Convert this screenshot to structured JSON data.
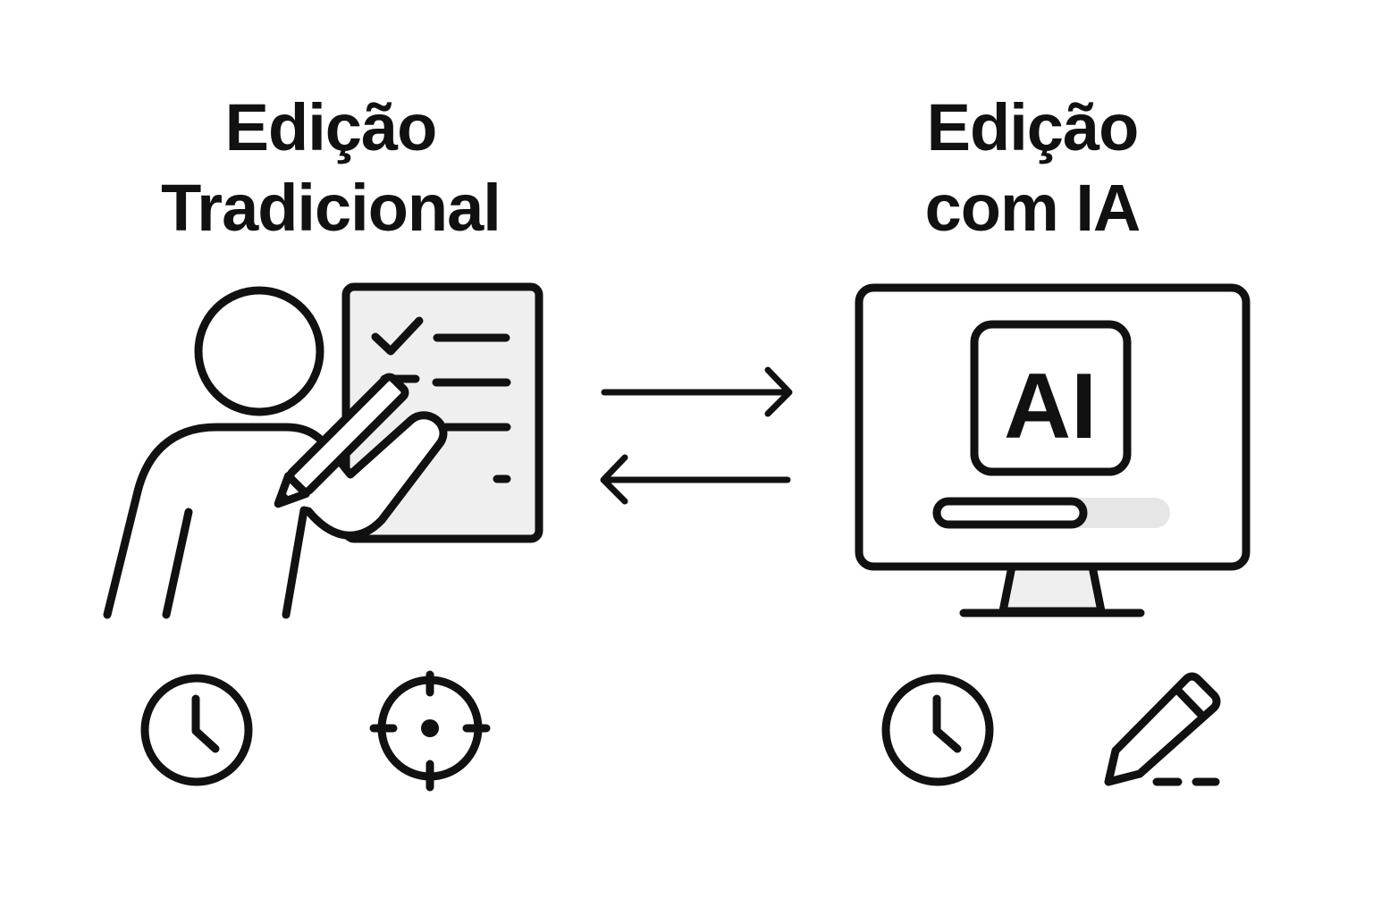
{
  "left_panel": {
    "title_line1": "Edição",
    "title_line2": "Tradicional",
    "illustration_icon": "person-editing-document-icon",
    "bottom_icons": [
      "clock-icon",
      "target-icon"
    ]
  },
  "right_panel": {
    "title_line1": "Edição",
    "title_line2": "com IA",
    "illustration_icon": "monitor-ai-icon",
    "screen_label": "AI",
    "progress_fraction": 0.64,
    "bottom_icons": [
      "clock-icon",
      "pencil-icon"
    ]
  },
  "connector": {
    "icon": "bidirectional-arrows-icon"
  },
  "colors": {
    "stroke": "#111111",
    "panel_fill": "#efefef",
    "background": "#ffffff"
  }
}
